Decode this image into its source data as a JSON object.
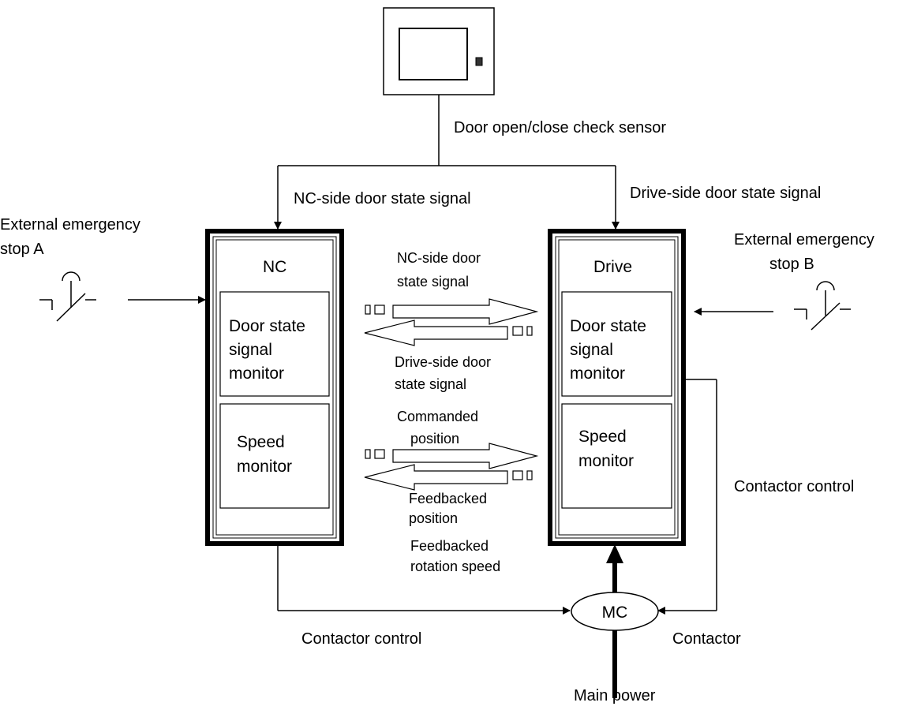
{
  "sensor": {
    "label": "Door open/close check sensor"
  },
  "signals": {
    "nc_door_state": "NC-side door state signal",
    "drive_door_state": "Drive-side door state signal",
    "nc_door_state_mid": [
      "NC-side door",
      "state signal"
    ],
    "drive_door_state_mid": [
      "Drive-side door",
      "state signal"
    ],
    "commanded_position": [
      "Commanded",
      "position"
    ],
    "feedbacked_position": [
      "Feedbacked",
      "position"
    ],
    "feedbacked_rotation_speed": [
      "Feedbacked",
      "rotation speed"
    ]
  },
  "emergency_stop_a": [
    "External emergency",
    "stop A"
  ],
  "emergency_stop_b": [
    "External emergency",
    "stop B"
  ],
  "nc_unit": {
    "title": "NC",
    "door_monitor": [
      "Door state",
      "signal",
      "monitor"
    ],
    "speed_monitor": [
      "Speed",
      "monitor"
    ]
  },
  "drive_unit": {
    "title": "Drive",
    "door_monitor": [
      "Door state",
      "signal",
      "monitor"
    ],
    "speed_monitor": [
      "Speed",
      "monitor"
    ]
  },
  "contactor_control_nc": "Contactor control",
  "contactor_control_drive": "Contactor control",
  "mc": {
    "label": "MC",
    "contactor": "Contactor"
  },
  "main_power": "Main power"
}
